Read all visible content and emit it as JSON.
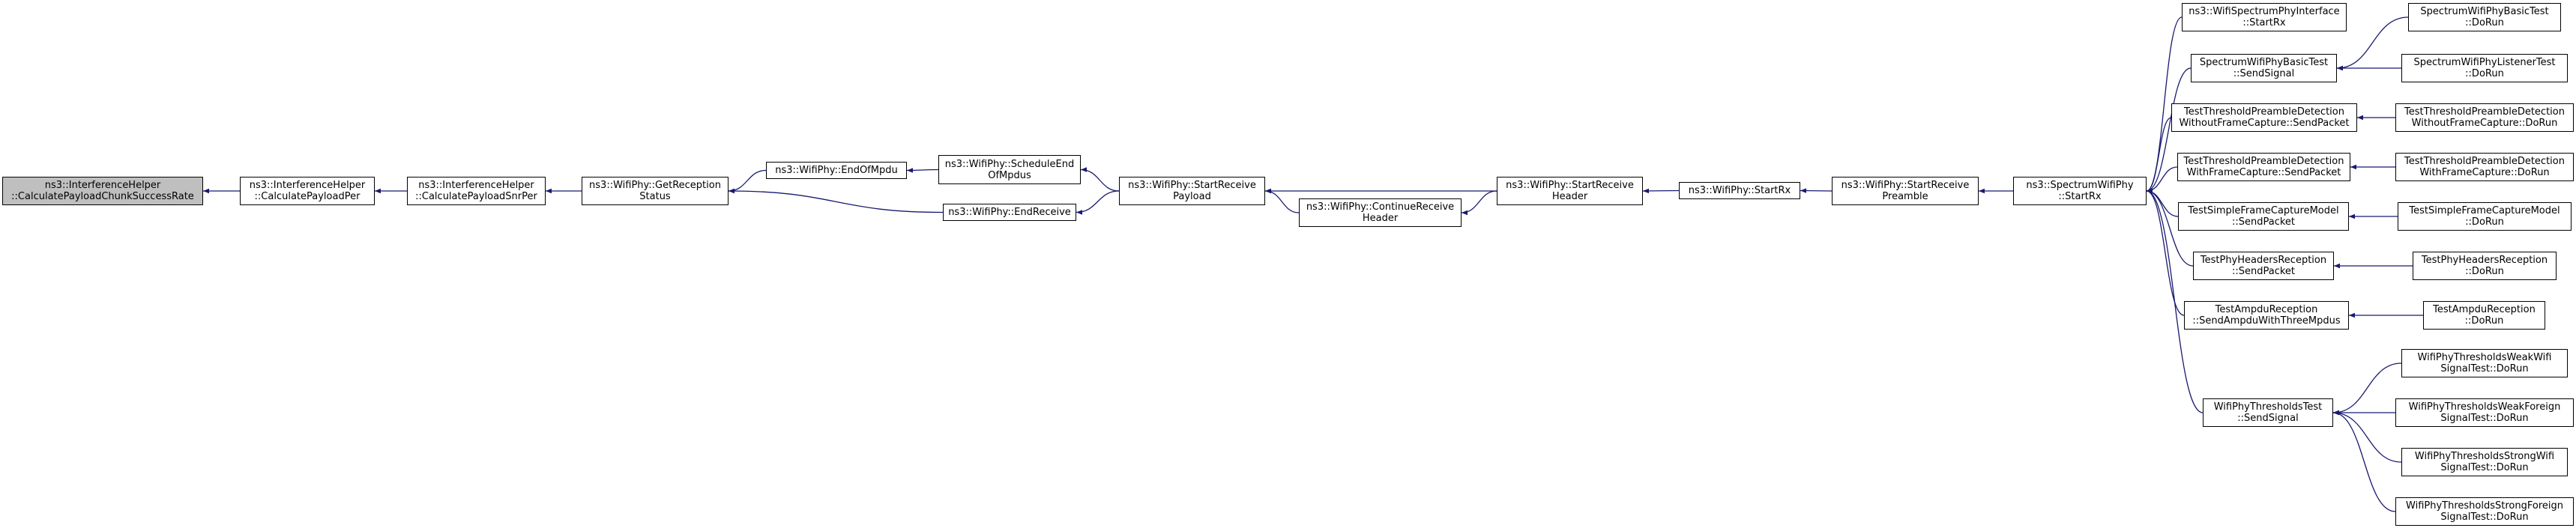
{
  "colors": {
    "edge": "#191970",
    "border": "#000000",
    "root_fill": "#bfbfbf",
    "node_fill": "#ffffff"
  },
  "nodes": {
    "root": [
      "ns3::InterferenceHelper",
      "::CalculatePayloadChunkSuccessRate"
    ],
    "calc_per": [
      "ns3::InterferenceHelper",
      "::CalculatePayloadPer"
    ],
    "calc_snr_per": [
      "ns3::InterferenceHelper",
      "::CalculatePayloadSnrPer"
    ],
    "get_reception_status": [
      "ns3::WifiPhy::GetReception",
      "Status"
    ],
    "end_of_mpdu": [
      "ns3::WifiPhy::EndOfMpdu"
    ],
    "schedule_end_of_mpdus": [
      "ns3::WifiPhy::ScheduleEnd",
      "OfMpdus"
    ],
    "end_receive": [
      "ns3::WifiPhy::EndReceive"
    ],
    "start_receive_payload": [
      "ns3::WifiPhy::StartReceive",
      "Payload"
    ],
    "continue_receive_header": [
      "ns3::WifiPhy::ContinueReceive",
      "Header"
    ],
    "start_receive_header": [
      "ns3::WifiPhy::StartReceive",
      "Header"
    ],
    "start_rx": [
      "ns3::WifiPhy::StartRx"
    ],
    "start_receive_preamble": [
      "ns3::WifiPhy::StartReceive",
      "Preamble"
    ],
    "spectrum_start_rx": [
      "ns3::SpectrumWifiPhy",
      "::StartRx"
    ],
    "iface_start_rx": [
      "ns3::WifiSpectrumPhyInterface",
      "::StartRx"
    ],
    "basic_send_signal": [
      "SpectrumWifiPhyBasicTest",
      "::SendSignal"
    ],
    "basic_do_run": [
      "SpectrumWifiPhyBasicTest",
      "::DoRun"
    ],
    "listener_do_run": [
      "SpectrumWifiPhyListenerTest",
      "::DoRun"
    ],
    "tpd_without_send": [
      "TestThresholdPreambleDetection",
      "WithoutFrameCapture::SendPacket"
    ],
    "tpd_without_run": [
      "TestThresholdPreambleDetection",
      "WithoutFrameCapture::DoRun"
    ],
    "tpd_with_send": [
      "TestThresholdPreambleDetection",
      "WithFrameCapture::SendPacket"
    ],
    "tpd_with_run": [
      "TestThresholdPreambleDetection",
      "WithFrameCapture::DoRun"
    ],
    "sfc_send": [
      "TestSimpleFrameCaptureModel",
      "::SendPacket"
    ],
    "sfc_run": [
      "TestSimpleFrameCaptureModel",
      "::DoRun"
    ],
    "phy_headers_send": [
      "TestPhyHeadersReception",
      "::SendPacket"
    ],
    "phy_headers_run": [
      "TestPhyHeadersReception",
      "::DoRun"
    ],
    "ampdu_send": [
      "TestAmpduReception",
      "::SendAmpduWithThreeMpdus"
    ],
    "ampdu_run": [
      "TestAmpduReception",
      "::DoRun"
    ],
    "thresholds_send": [
      "WifiPhyThresholdsTest",
      "::SendSignal"
    ],
    "weak_wifi_run": [
      "WifiPhyThresholdsWeakWifi",
      "SignalTest::DoRun"
    ],
    "weak_foreign_run": [
      "WifiPhyThresholdsWeakForeign",
      "SignalTest::DoRun"
    ],
    "strong_wifi_run": [
      "WifiPhyThresholdsStrongWifi",
      "SignalTest::DoRun"
    ],
    "strong_foreign_run": [
      "WifiPhyThresholdsStrongForeign",
      "SignalTest::DoRun"
    ]
  },
  "edges": [
    [
      "calc_per",
      "root"
    ],
    [
      "calc_snr_per",
      "calc_per"
    ],
    [
      "get_reception_status",
      "calc_snr_per"
    ],
    [
      "end_of_mpdu",
      "get_reception_status"
    ],
    [
      "end_receive",
      "get_reception_status"
    ],
    [
      "schedule_end_of_mpdus",
      "end_of_mpdu"
    ],
    [
      "start_receive_payload",
      "schedule_end_of_mpdus"
    ],
    [
      "start_receive_payload",
      "end_receive"
    ],
    [
      "continue_receive_header",
      "start_receive_payload"
    ],
    [
      "start_receive_header",
      "start_receive_payload"
    ],
    [
      "start_receive_header",
      "continue_receive_header"
    ],
    [
      "start_rx",
      "start_receive_header"
    ],
    [
      "start_receive_preamble",
      "start_rx"
    ],
    [
      "spectrum_start_rx",
      "start_receive_preamble"
    ],
    [
      "iface_start_rx",
      "spectrum_start_rx"
    ],
    [
      "basic_send_signal",
      "spectrum_start_rx"
    ],
    [
      "tpd_without_send",
      "spectrum_start_rx"
    ],
    [
      "tpd_with_send",
      "spectrum_start_rx"
    ],
    [
      "sfc_send",
      "spectrum_start_rx"
    ],
    [
      "phy_headers_send",
      "spectrum_start_rx"
    ],
    [
      "ampdu_send",
      "spectrum_start_rx"
    ],
    [
      "thresholds_send",
      "spectrum_start_rx"
    ],
    [
      "basic_do_run",
      "basic_send_signal"
    ],
    [
      "listener_do_run",
      "basic_send_signal"
    ],
    [
      "tpd_without_run",
      "tpd_without_send"
    ],
    [
      "tpd_with_run",
      "tpd_with_send"
    ],
    [
      "sfc_run",
      "sfc_send"
    ],
    [
      "phy_headers_run",
      "phy_headers_send"
    ],
    [
      "ampdu_run",
      "ampdu_send"
    ],
    [
      "weak_wifi_run",
      "thresholds_send"
    ],
    [
      "weak_foreign_run",
      "thresholds_send"
    ],
    [
      "strong_wifi_run",
      "thresholds_send"
    ],
    [
      "strong_foreign_run",
      "thresholds_send"
    ]
  ]
}
